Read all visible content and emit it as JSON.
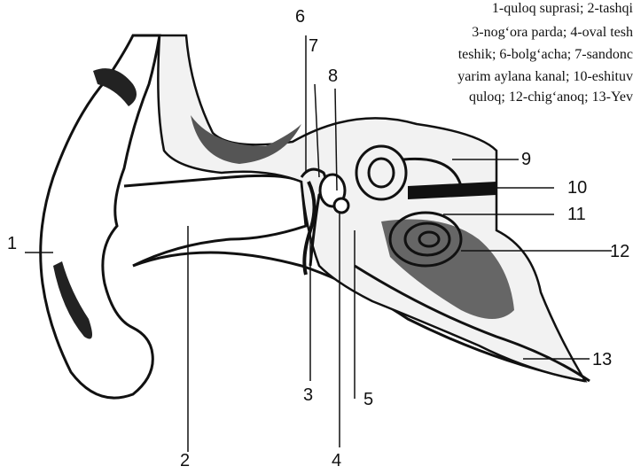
{
  "caption": {
    "lines": [
      "1-quloq suprasi; 2-tashqi",
      "3-nog‘ora parda; 4-oval tesh",
      "teshik; 6-bolg‘acha; 7-sandonc",
      "yarim aylana kanal; 10-eshituv",
      "quloq; 12-chig‘anoq; 13-Yev"
    ]
  },
  "labels": {
    "l1": "1",
    "l2": "2",
    "l3": "3",
    "l4": "4",
    "l5": "5",
    "l6": "6",
    "l7": "7",
    "l8": "8",
    "l9": "9",
    "l10": "10",
    "l11": "11",
    "l12": "12",
    "l13": "13"
  }
}
